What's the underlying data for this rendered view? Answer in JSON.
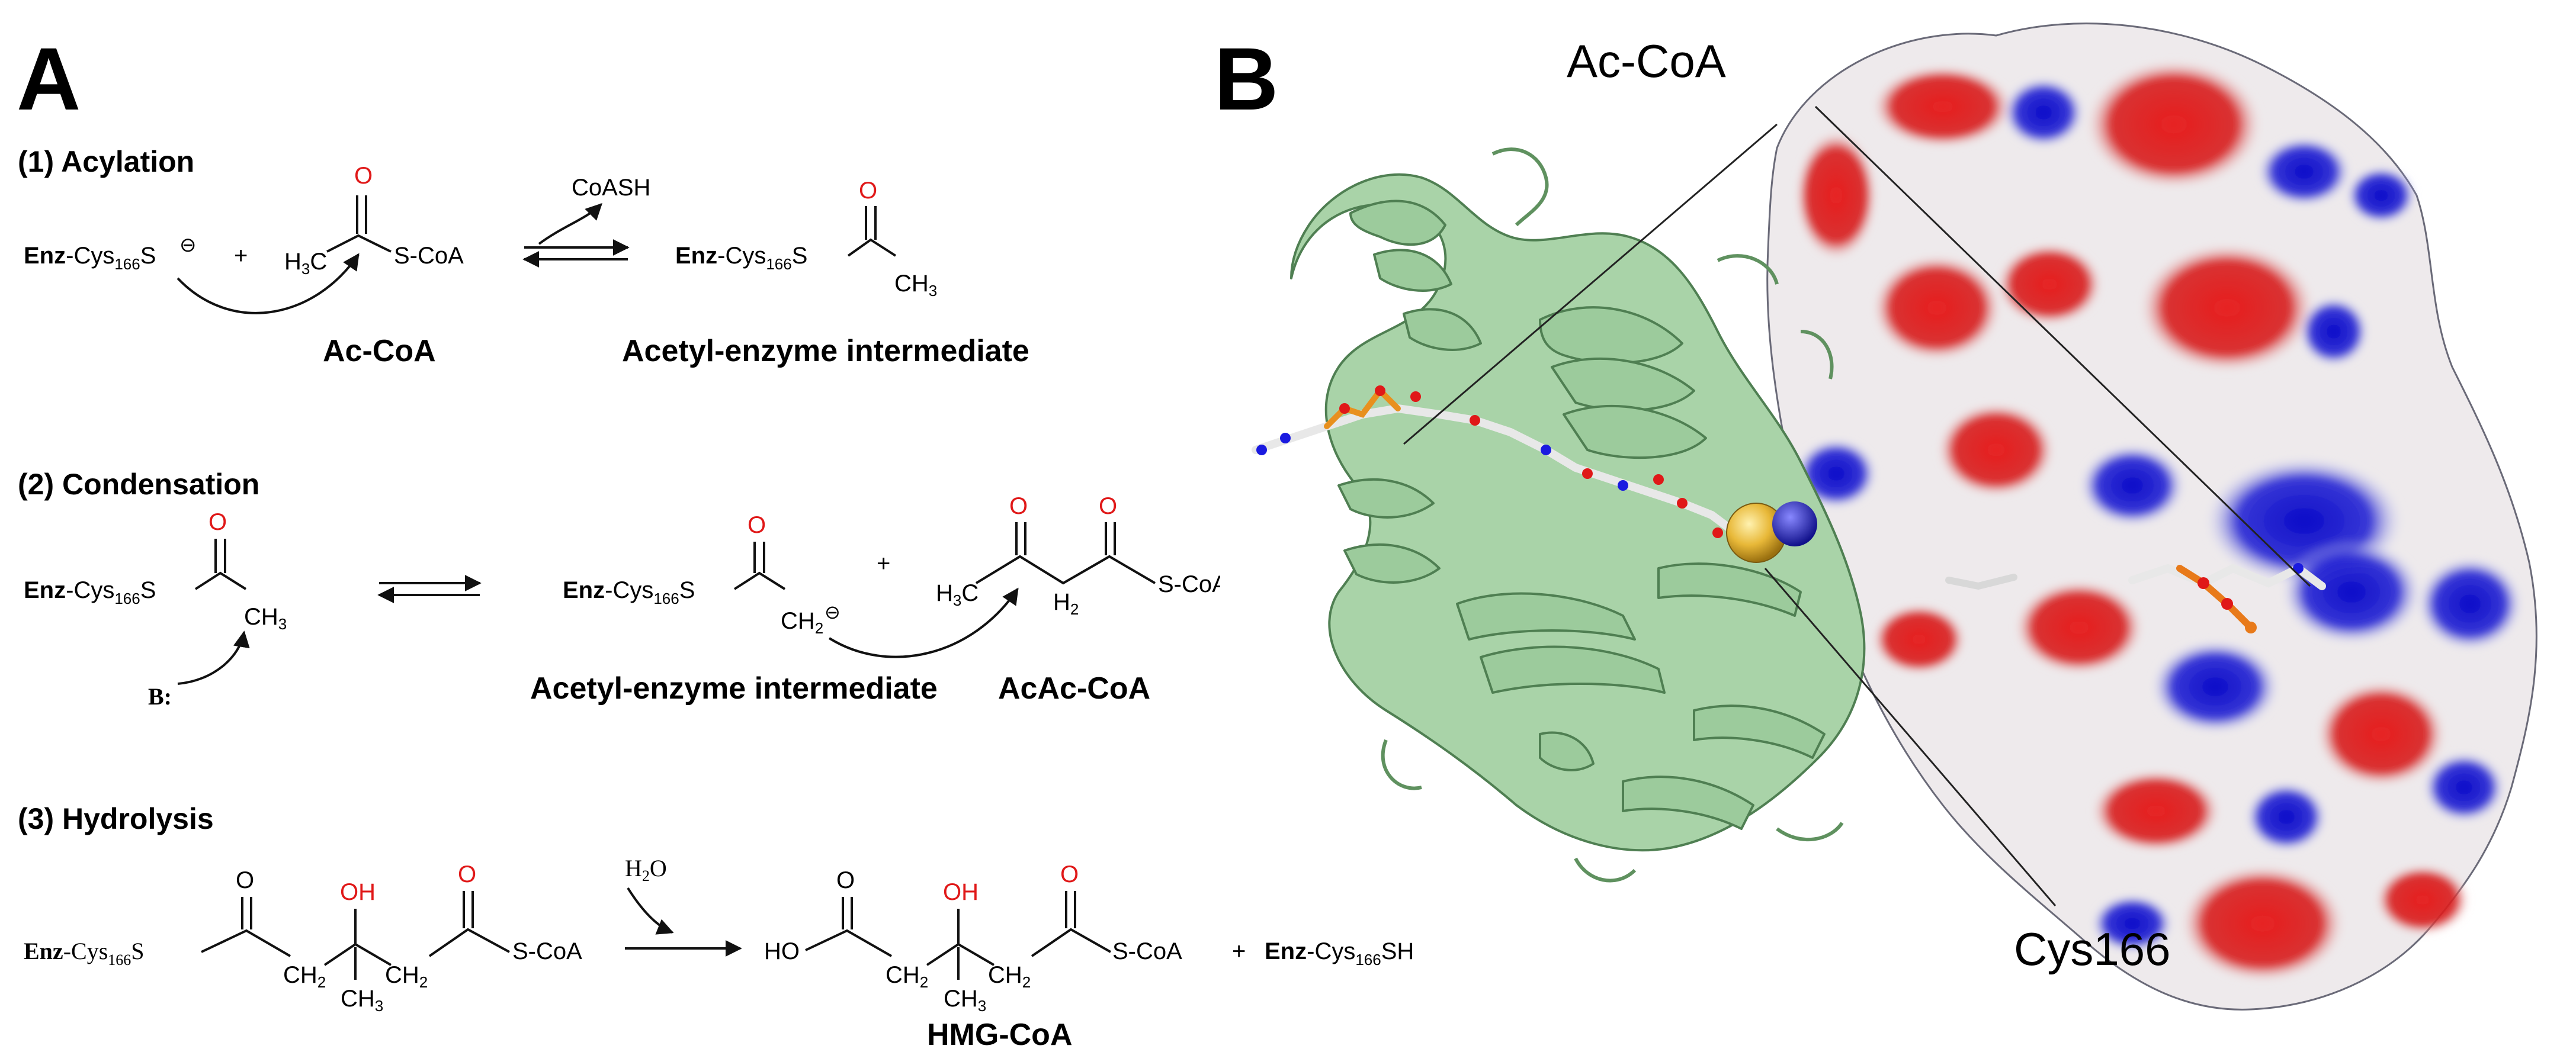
{
  "panel_a": {
    "letter": "A",
    "step1": {
      "title": "(1) Acylation",
      "enz": "Enz",
      "cys": "-Cys",
      "cys_sub": "166",
      "thiolate": "S",
      "charge": "⊖",
      "plus": "+",
      "oxygen": "O",
      "h3c": "H",
      "h3c_sub": "3",
      "h3c_c": "C",
      "scoa": "S-CoA",
      "coash": "CoASH",
      "s": "S",
      "ch3": "CH",
      "ch3_sub": "3",
      "label_acoa": "Ac-CoA",
      "label_intermediate": "Acetyl-enzyme intermediate"
    },
    "step2": {
      "title": "(2) Condensation",
      "enz": "Enz",
      "cys": "-Cys",
      "cys_sub": "166",
      "s": "S",
      "oxygen": "O",
      "ch3": "CH",
      "ch3_sub": "3",
      "base": "B:",
      "ch2": "CH",
      "ch2_sub": "2",
      "charge": "⊖",
      "plus": "+",
      "h3c": "H",
      "h3c_sub": "3",
      "h3c_c": "C",
      "h2": "H",
      "h2_sub": "2",
      "scoa": "S-CoA",
      "label_intermediate": "Acetyl-enzyme intermediate",
      "label_acac": "AcAc-CoA"
    },
    "step3": {
      "title": "(3) Hydrolysis",
      "enz": "Enz",
      "cys": "-Cys",
      "cys_sub": "166",
      "s": "S",
      "oxygen": "O",
      "oh": "OH",
      "ch2": "CH",
      "ch2_sub": "2",
      "ch3": "CH",
      "ch3_sub": "3",
      "scoa": "S-CoA",
      "water": "H",
      "water_sub": "2",
      "water_o": "O",
      "ho": "HO",
      "plus": "+",
      "sh": "SH",
      "label_hmg": "HMG-CoA"
    }
  },
  "panel_b": {
    "letter": "B",
    "label_acoa": "Ac-CoA",
    "label_cys": "Cys166"
  },
  "colors": {
    "ribbon": "#9ccb9c",
    "ribbon_edge": "#4f7f52",
    "surface_red": "#d81c1c",
    "surface_blue": "#1414d0",
    "surface_white": "#f2eeee",
    "oxygen": "#e01818",
    "sulfur_sphere": "#e8b838"
  }
}
